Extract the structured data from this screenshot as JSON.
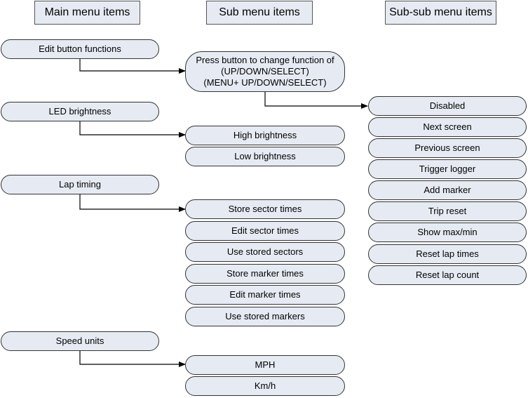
{
  "headers": {
    "main": "Main menu items",
    "sub": "Sub menu items",
    "subsub": "Sub-sub menu items"
  },
  "main_items": {
    "edit_button": "Edit button functions",
    "led": "LED brightness",
    "lap": "Lap timing",
    "speed": "Speed units"
  },
  "sub_items": {
    "press_line1": "Press button to change function of",
    "press_line2": "(UP/DOWN/SELECT)",
    "press_line3": "(MENU+ UP/DOWN/SELECT)",
    "led": [
      "High brightness",
      "Low brightness"
    ],
    "lap": [
      "Store sector times",
      "Edit sector times",
      "Use stored sectors",
      "Store marker times",
      "Edit marker times",
      "Use stored markers"
    ],
    "speed": [
      "MPH",
      "Km/h"
    ]
  },
  "subsub_items": [
    "Disabled",
    "Next screen",
    "Previous screen",
    "Trigger logger",
    "Add marker",
    "Trip reset",
    "Show max/min",
    "Reset lap times",
    "Reset lap count"
  ],
  "colors": {
    "box_fill": "#e6ebf3",
    "line": "#000000"
  }
}
